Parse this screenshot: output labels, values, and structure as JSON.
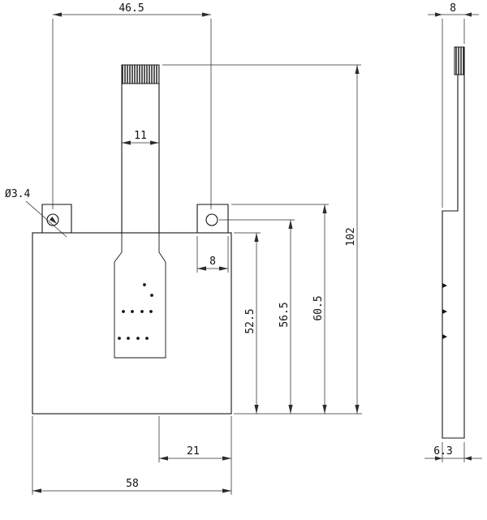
{
  "dimensions": {
    "span": "46.5",
    "side_depth": "8",
    "stem_width": "11",
    "hole_diameter": "Ø3.4",
    "tab_width": "8",
    "overall_height": "102",
    "height_to_tab_top": "60.5",
    "height_to_hole_center": "56.5",
    "height_to_body_top": "52.5",
    "stem_to_edge": "21",
    "overall_width": "58",
    "plate_thickness": "6.3"
  }
}
